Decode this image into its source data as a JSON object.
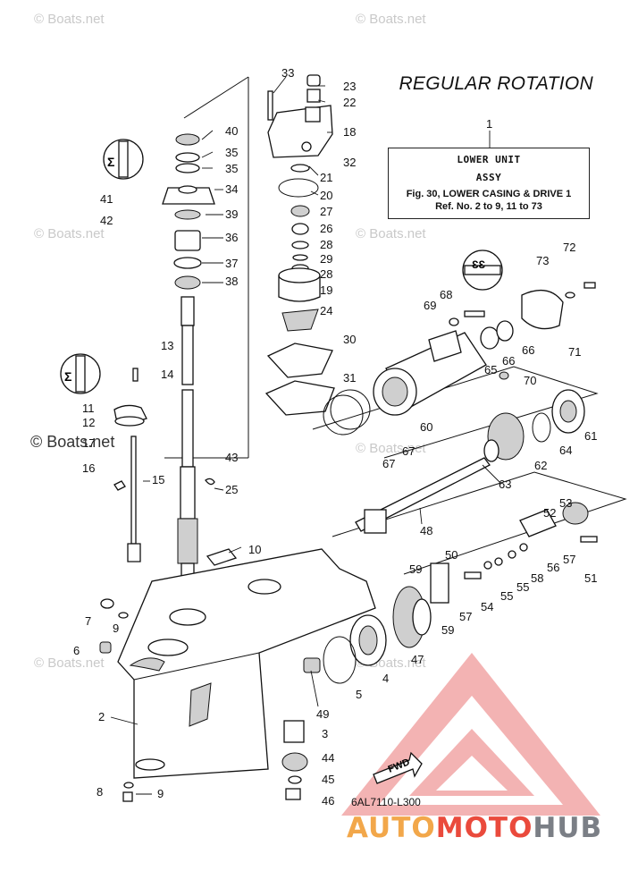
{
  "header": {
    "title": "REGULAR ROTATION"
  },
  "assembly_box": {
    "callout": "1",
    "line1": "LOWER UNIT",
    "line2": "ASSY",
    "line3": "Fig. 30, LOWER CASING & DRIVE 1",
    "line4": "Ref. No. 2 to 9, 11 to 73"
  },
  "footer": {
    "drawing_code": "6AL7110-L300",
    "brand_part1": "AUTO",
    "brand_part2": "MOTO",
    "brand_part3": "HUB",
    "fwd_label": "FWD"
  },
  "watermark": {
    "text": "© Boats.net"
  },
  "colors": {
    "brand_orange": "#f2a74a",
    "brand_red": "#ea4a3c",
    "brand_gray": "#7b7f86",
    "logo_pink": "#f3b3b3"
  },
  "callouts": [
    "33",
    "23",
    "22",
    "18",
    "32",
    "21",
    "20",
    "27",
    "26",
    "28",
    "29",
    "28",
    "19",
    "24",
    "30",
    "31",
    "40",
    "35",
    "35",
    "34",
    "41",
    "42",
    "39",
    "36",
    "37",
    "38",
    "13",
    "14",
    "11",
    "12",
    "17",
    "16",
    "15",
    "43",
    "25",
    "10",
    "7",
    "9",
    "6",
    "2",
    "49",
    "3",
    "44",
    "45",
    "46",
    "8",
    "9",
    "72",
    "73",
    "71",
    "69",
    "68",
    "66",
    "66",
    "65",
    "70",
    "60",
    "61",
    "64",
    "62",
    "67",
    "67",
    "63",
    "48",
    "53",
    "52",
    "57",
    "51",
    "56",
    "58",
    "55",
    "55",
    "54",
    "57",
    "50",
    "59",
    "59",
    "47",
    "4",
    "5"
  ]
}
